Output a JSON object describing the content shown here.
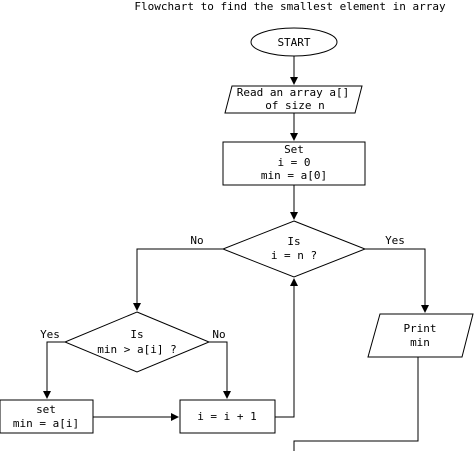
{
  "title": "Flowchart to find the smallest element in array",
  "nodes": {
    "start": {
      "label": "START"
    },
    "read": {
      "line1": "Read an array a[]",
      "line2": "of size n"
    },
    "init": {
      "line1": "Set",
      "line2": "i = 0",
      "line3": "min = a[0]"
    },
    "check_end": {
      "line1": "Is",
      "line2": "i = n ?"
    },
    "compare": {
      "line1": "Is",
      "line2": "min > a[i] ?"
    },
    "set_min": {
      "line1": "set",
      "line2": "min = a[i]"
    },
    "increment": {
      "label": "i = i + 1"
    },
    "print": {
      "line1": "Print",
      "line2": "min"
    }
  },
  "edges": {
    "check_no": "No",
    "check_yes": "Yes",
    "compare_yes": "Yes",
    "compare_no": "No"
  }
}
